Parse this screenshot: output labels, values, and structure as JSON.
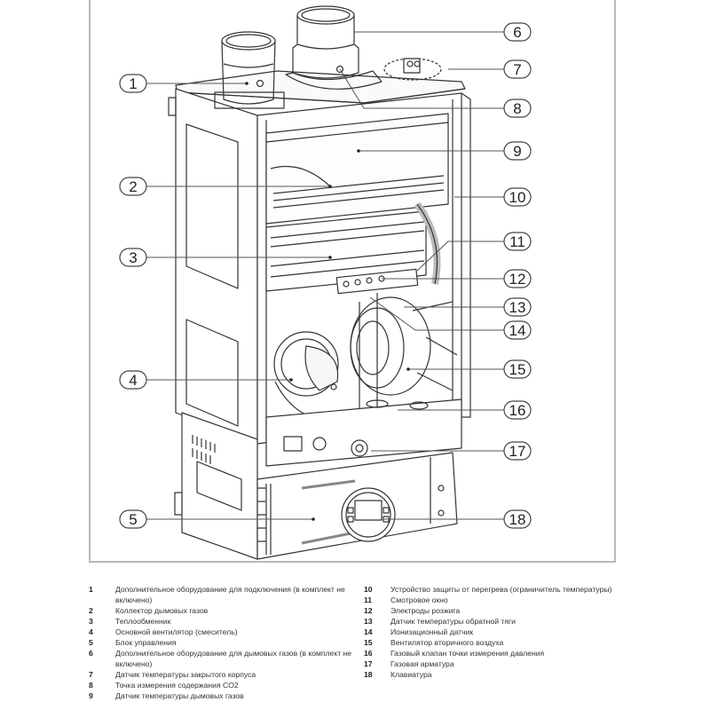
{
  "diagram": {
    "title": "Gas boiler component layout",
    "callouts": [
      {
        "id": "1",
        "label": "1"
      },
      {
        "id": "2",
        "label": "2"
      },
      {
        "id": "3",
        "label": "3"
      },
      {
        "id": "4",
        "label": "4"
      },
      {
        "id": "5",
        "label": "5"
      },
      {
        "id": "6",
        "label": "6"
      },
      {
        "id": "7",
        "label": "7"
      },
      {
        "id": "8",
        "label": "8"
      },
      {
        "id": "9",
        "label": "9"
      },
      {
        "id": "10",
        "label": "10"
      },
      {
        "id": "11",
        "label": "11"
      },
      {
        "id": "12",
        "label": "12"
      },
      {
        "id": "13",
        "label": "13"
      },
      {
        "id": "14",
        "label": "14"
      },
      {
        "id": "15",
        "label": "15"
      },
      {
        "id": "16",
        "label": "16"
      },
      {
        "id": "17",
        "label": "17"
      },
      {
        "id": "18",
        "label": "18"
      }
    ]
  },
  "legend": {
    "left": [
      {
        "num": "1",
        "text": "Дополнительное оборудование для подключения (в комплект не включено)"
      },
      {
        "num": "2",
        "text": "Коллектор дымовых газов"
      },
      {
        "num": "3",
        "text": "Теплообменник"
      },
      {
        "num": "4",
        "text": "Основной вентилятор (смеситель)"
      },
      {
        "num": "5",
        "text": "Блок управления"
      },
      {
        "num": "6",
        "text": "Дополнительное оборудование для дымовых газов (в комплект не включено)"
      },
      {
        "num": "7",
        "text": "Датчик температуры закрытого корпуса"
      },
      {
        "num": "8",
        "text": "Точка измерения содержания CO2"
      },
      {
        "num": "9",
        "text": "Датчик температуры дымовых газов"
      }
    ],
    "right": [
      {
        "num": "10",
        "text": "Устройство защиты от перегрева (ограничитель температуры)"
      },
      {
        "num": "11",
        "text": "Смотровое окно"
      },
      {
        "num": "12",
        "text": "Электроды розжига"
      },
      {
        "num": "13",
        "text": "Датчик температуры обратной тяги"
      },
      {
        "num": "14",
        "text": "Ионизационный датчик"
      },
      {
        "num": "15",
        "text": "Вентилятор вторичного воздуха"
      },
      {
        "num": "16",
        "text": "Газовый клапан точки измерения давления"
      },
      {
        "num": "17",
        "text": "Газовая арматура"
      },
      {
        "num": "18",
        "text": "Клавиатура"
      }
    ]
  },
  "colors": {
    "line": "#333333",
    "frame": "#b8b8b8",
    "leader": "#555555"
  }
}
